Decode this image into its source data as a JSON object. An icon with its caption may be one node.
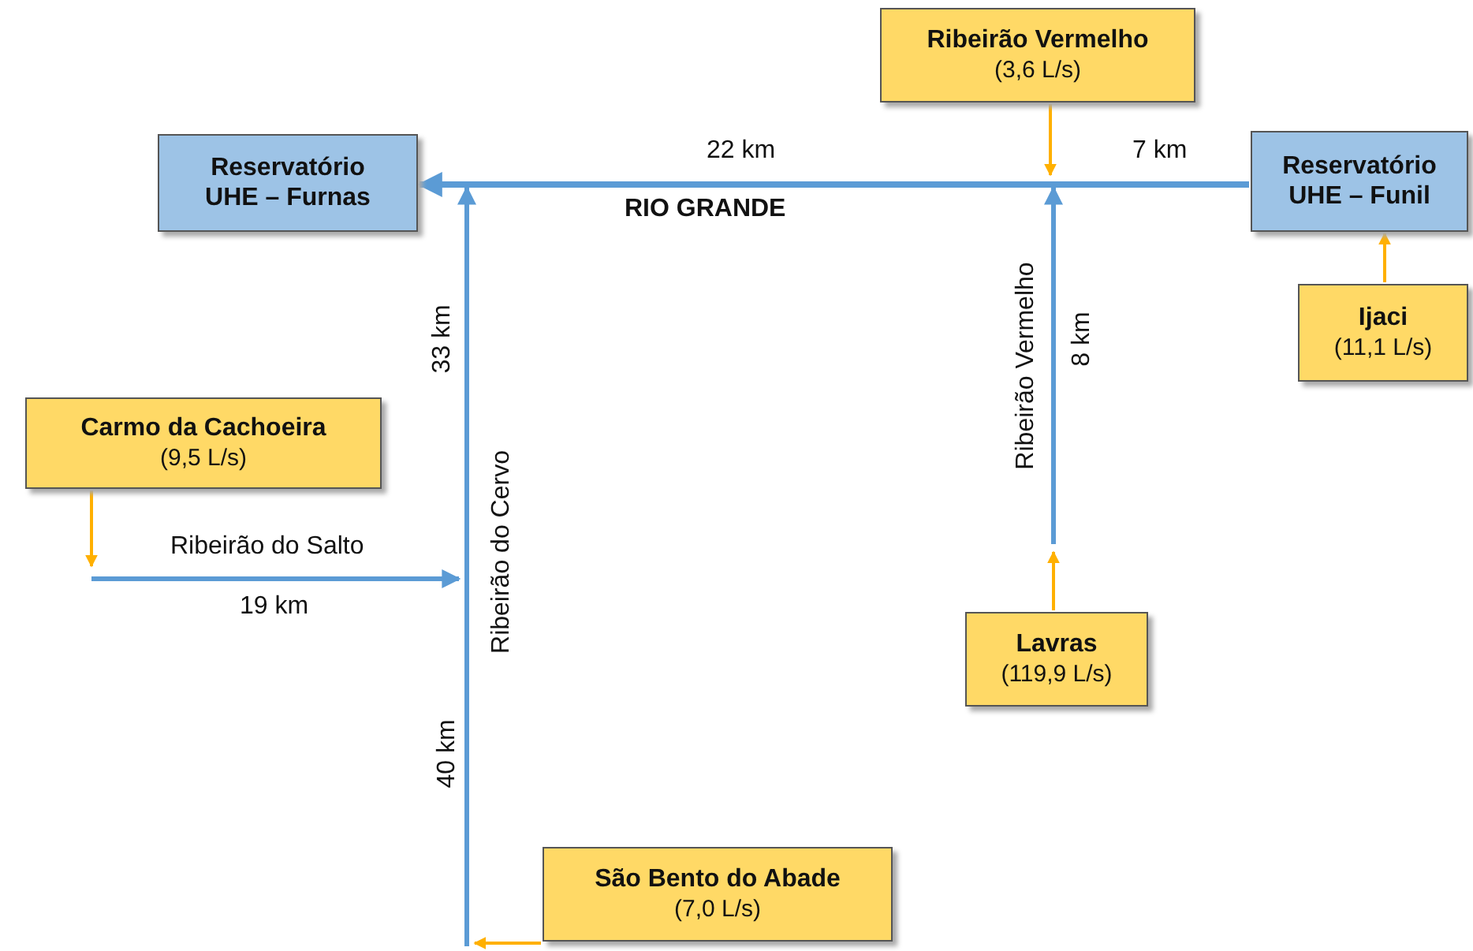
{
  "diagram": {
    "nodes": [
      {
        "text": [
          "Ribeirão Vermelho",
          "(3,6 L/s)"
        ]
      },
      {
        "text": [
          "Reservatório UHE – Furnas"
        ]
      },
      {
        "text": [
          "Reservatório UHE – Funil"
        ]
      },
      {
        "text": [
          "Ijaci",
          "(11,1 L/s)"
        ]
      },
      {
        "text": [
          "Carmo da Cachoeira",
          "(9,5 L/s)"
        ]
      },
      {
        "text": [
          "Lavras",
          "(119,9 L/s)"
        ]
      },
      {
        "text": [
          "São Bento do Abade",
          "(7,0 L/s)"
        ]
      }
    ],
    "edges": [
      {
        "from": 2,
        "to": 1,
        "arrow": "to",
        "style": "thick",
        "color": "#5b9bd5"
      },
      {
        "from": 0,
        "to": null,
        "arrow": "to"
      },
      {
        "from": 3,
        "to": 2,
        "arrow": "to"
      },
      {
        "from": 4,
        "to": null,
        "arrow": "to"
      },
      {
        "from": 5,
        "to": null,
        "arrow": "to"
      },
      {
        "from": 6,
        "to": null,
        "arrow": "to"
      }
    ],
    "labels": [
      "22 km",
      "7 km",
      "RIO GRANDE",
      "33 km",
      "Ribeirão Vermelho",
      "8 km",
      "Ribeirão do Cervo",
      "Ribeirão do Salto",
      "19 km",
      "40 km"
    ]
  }
}
